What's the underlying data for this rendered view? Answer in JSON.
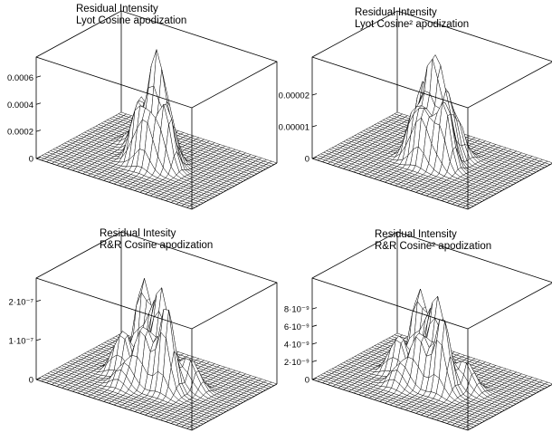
{
  "chart_data": [
    {
      "type": "surface",
      "title": "Residual Intensity",
      "subtitle": "Lyot Cosine apodization",
      "ztick_labels": [
        "0",
        "0.0002",
        "0.0004",
        "0.0006"
      ],
      "zticks": [
        0,
        0.0002,
        0.0004,
        0.0006
      ],
      "zlim": [
        0,
        0.00075
      ],
      "grid": "mesh",
      "peaks": [
        {
          "x": 0.38,
          "y": 0.55,
          "z": 0.0004
        },
        {
          "x": 0.47,
          "y": 0.5,
          "z": 0.00062
        },
        {
          "x": 0.55,
          "y": 0.52,
          "z": 0.0006
        },
        {
          "x": 0.6,
          "y": 0.42,
          "z": 0.0005
        },
        {
          "x": 0.44,
          "y": 0.4,
          "z": 0.00045
        },
        {
          "x": 0.52,
          "y": 0.35,
          "z": 0.00035
        },
        {
          "x": 0.3,
          "y": 0.62,
          "z": 0.00018
        },
        {
          "x": 0.4,
          "y": 0.7,
          "z": 0.0001
        }
      ]
    },
    {
      "type": "surface",
      "title": "Residual Intensity",
      "subtitle": "Lyot Cosine² apodization",
      "ztick_labels": [
        "0",
        "0.00001",
        "0.00002"
      ],
      "zticks": [
        0,
        1e-05,
        2e-05
      ],
      "zlim": [
        0,
        3.2e-05
      ],
      "grid": "mesh",
      "peaks": [
        {
          "x": 0.47,
          "y": 0.52,
          "z": 2.6e-05
        },
        {
          "x": 0.55,
          "y": 0.55,
          "z": 3e-05
        },
        {
          "x": 0.4,
          "y": 0.58,
          "z": 2.2e-05
        },
        {
          "x": 0.6,
          "y": 0.45,
          "z": 2.4e-05
        },
        {
          "x": 0.5,
          "y": 0.4,
          "z": 2e-05
        },
        {
          "x": 0.42,
          "y": 0.44,
          "z": 1.6e-05
        },
        {
          "x": 0.58,
          "y": 0.66,
          "z": 1.2e-05
        }
      ]
    },
    {
      "type": "surface",
      "title": "Residual Intesity",
      "subtitle": "R&R Cosine apodization",
      "ztick_labels": [
        "0",
        "1·10⁻⁷",
        "2·10⁻⁷"
      ],
      "zticks": [
        0,
        1e-07,
        2e-07
      ],
      "zlim": [
        0,
        2.6e-07
      ],
      "grid": "mesh",
      "peaks": [
        {
          "x": 0.35,
          "y": 0.6,
          "z": 2.3e-07
        },
        {
          "x": 0.45,
          "y": 0.55,
          "z": 2.4e-07
        },
        {
          "x": 0.55,
          "y": 0.5,
          "z": 2.6e-07
        },
        {
          "x": 0.62,
          "y": 0.4,
          "z": 2.2e-07
        },
        {
          "x": 0.48,
          "y": 0.4,
          "z": 1.9e-07
        },
        {
          "x": 0.3,
          "y": 0.45,
          "z": 1.4e-07
        },
        {
          "x": 0.7,
          "y": 0.55,
          "z": 1e-07
        },
        {
          "x": 0.4,
          "y": 0.3,
          "z": 8e-08
        }
      ]
    },
    {
      "type": "surface",
      "title": "Residual Intensity",
      "subtitle": "R&R Cosine² apodization",
      "ztick_labels": [
        "0",
        "2·10⁻⁹",
        "4·10⁻⁹",
        "6·10⁻⁹",
        "8·10⁻⁹"
      ],
      "zticks": [
        0,
        2e-09,
        4e-09,
        6e-09,
        8e-09
      ],
      "zlim": [
        0,
        1.15e-08
      ],
      "grid": "mesh",
      "peaks": [
        {
          "x": 0.35,
          "y": 0.6,
          "z": 9e-09
        },
        {
          "x": 0.45,
          "y": 0.55,
          "z": 9.5e-09
        },
        {
          "x": 0.55,
          "y": 0.5,
          "z": 1.05e-08
        },
        {
          "x": 0.62,
          "y": 0.4,
          "z": 8.5e-09
        },
        {
          "x": 0.48,
          "y": 0.4,
          "z": 7.5e-09
        },
        {
          "x": 0.3,
          "y": 0.45,
          "z": 5.5e-09
        },
        {
          "x": 0.7,
          "y": 0.55,
          "z": 4e-09
        },
        {
          "x": 0.4,
          "y": 0.3,
          "z": 3.5e-09
        }
      ]
    }
  ]
}
